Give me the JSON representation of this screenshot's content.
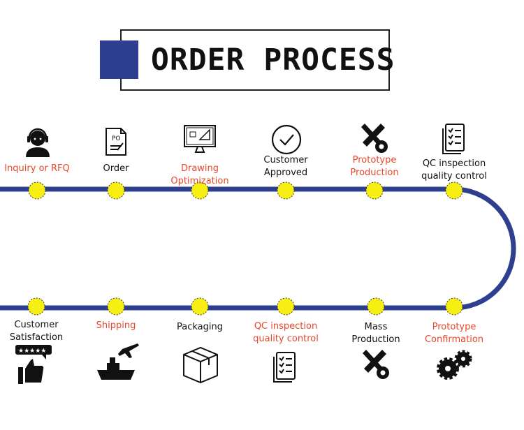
{
  "title": "ORDER PROCESS",
  "colors": {
    "path": "#2e3f8f",
    "node": "#f7ee14",
    "accent": "#e8472b",
    "text": "#111111"
  },
  "steps_top": [
    {
      "lines": [
        "Inquiry or RFQ"
      ],
      "icon": "headset-agent-icon",
      "accent": true
    },
    {
      "lines": [
        "Order"
      ],
      "icon": "purchase-order-icon",
      "accent": false
    },
    {
      "lines": [
        "Drawing",
        "Optimization"
      ],
      "icon": "cad-monitor-icon",
      "accent": true
    },
    {
      "lines": [
        "Customer",
        "Approved"
      ],
      "icon": "check-circle-icon",
      "accent": false
    },
    {
      "lines": [
        "Prototype",
        "Production"
      ],
      "icon": "tools-gear-icon",
      "accent": true
    },
    {
      "lines": [
        "QC inspection",
        "quality control"
      ],
      "icon": "checklist-icon",
      "accent": false
    }
  ],
  "steps_bottom": [
    {
      "lines": [
        "Customer",
        "Satisfaction"
      ],
      "icon": "thumbs-up-rating-icon",
      "accent": false
    },
    {
      "lines": [
        "Shipping"
      ],
      "icon": "ship-plane-icon",
      "accent": true
    },
    {
      "lines": [
        "Packaging"
      ],
      "icon": "box-icon",
      "accent": false
    },
    {
      "lines": [
        "QC inspection",
        "quality control"
      ],
      "icon": "checklist-icon",
      "accent": true
    },
    {
      "lines": [
        "Mass",
        "Production"
      ],
      "icon": "tools-gear-icon",
      "accent": false
    },
    {
      "lines": [
        "Prototype",
        "Confirmation"
      ],
      "icon": "gears-icon",
      "accent": true
    }
  ]
}
